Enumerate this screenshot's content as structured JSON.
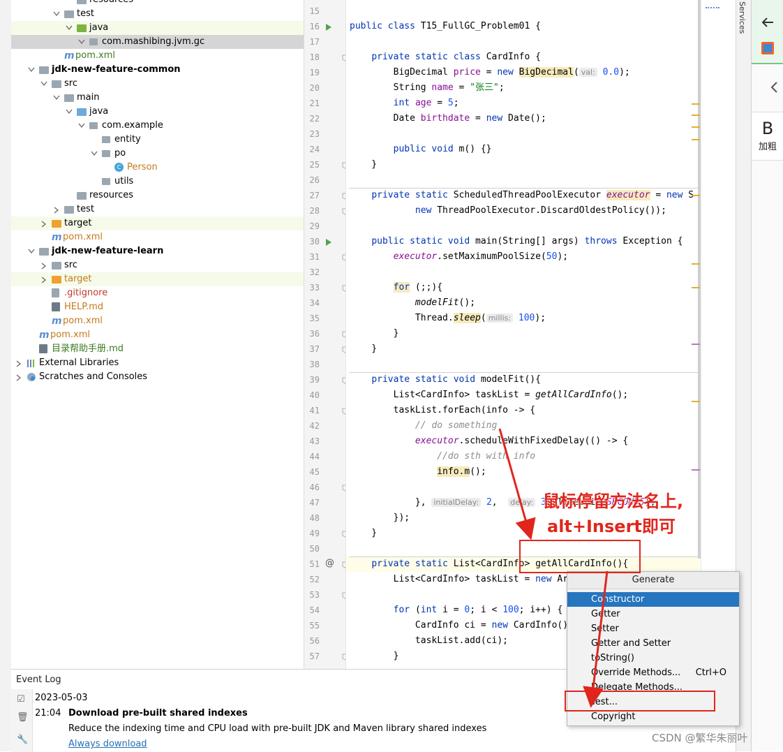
{
  "tree": {
    "rows": [
      {
        "label": "resources",
        "level": 4,
        "icon": "folder-gray",
        "arrow": "none"
      },
      {
        "label": "test",
        "level": 3,
        "icon": "folder-gray",
        "arrow": "down"
      },
      {
        "label": "java",
        "level": 4,
        "icon": "folder-green",
        "arrow": "down",
        "state": "highlight"
      },
      {
        "label": "com.mashibing.jvm.gc",
        "level": 5,
        "icon": "package",
        "arrow": "down",
        "state": "selected"
      },
      {
        "label": "pom.xml",
        "level": 3,
        "icon": "maven",
        "arrow": "none",
        "color": "green"
      },
      {
        "label": "jdk-new-feature-common",
        "level": 1,
        "icon": "module",
        "arrow": "down",
        "bold": true
      },
      {
        "label": "src",
        "level": 2,
        "icon": "folder-gray",
        "arrow": "down"
      },
      {
        "label": "main",
        "level": 3,
        "icon": "folder-gray",
        "arrow": "down"
      },
      {
        "label": "java",
        "level": 4,
        "icon": "folder-blue",
        "arrow": "down"
      },
      {
        "label": "com.example",
        "level": 5,
        "icon": "package",
        "arrow": "down"
      },
      {
        "label": "entity",
        "level": 6,
        "icon": "package",
        "arrow": "none"
      },
      {
        "label": "po",
        "level": 6,
        "icon": "package",
        "arrow": "down"
      },
      {
        "label": "Person",
        "level": 7,
        "icon": "class",
        "arrow": "none",
        "color": "orange"
      },
      {
        "label": "utils",
        "level": 6,
        "icon": "package",
        "arrow": "none"
      },
      {
        "label": "resources",
        "level": 4,
        "icon": "folder-gray",
        "arrow": "none"
      },
      {
        "label": "test",
        "level": 3,
        "icon": "folder-gray",
        "arrow": "right"
      },
      {
        "label": "target",
        "level": 2,
        "icon": "folder-orange",
        "arrow": "right",
        "state": "target"
      },
      {
        "label": "pom.xml",
        "level": 2,
        "icon": "maven",
        "arrow": "none",
        "color": "orange"
      },
      {
        "label": "jdk-new-feature-learn",
        "level": 1,
        "icon": "module",
        "arrow": "down",
        "bold": true
      },
      {
        "label": "src",
        "level": 2,
        "icon": "folder-gray",
        "arrow": "right"
      },
      {
        "label": "target",
        "level": 2,
        "icon": "folder-orange",
        "arrow": "right",
        "state": "target",
        "color": "orange"
      },
      {
        "label": ".gitignore",
        "level": 2,
        "icon": "file",
        "arrow": "none",
        "color": "red"
      },
      {
        "label": "HELP.md",
        "level": 2,
        "icon": "md",
        "arrow": "none",
        "color": "orange"
      },
      {
        "label": "pom.xml",
        "level": 2,
        "icon": "maven",
        "arrow": "none",
        "color": "orange"
      },
      {
        "label": "pom.xml",
        "level": 1,
        "icon": "maven",
        "arrow": "none",
        "color": "orange"
      },
      {
        "label": "目录帮助手册.md",
        "level": 1,
        "icon": "md",
        "arrow": "none",
        "color": "green"
      },
      {
        "label": "External Libraries",
        "level": 0,
        "icon": "libraries",
        "arrow": "right"
      },
      {
        "label": "Scratches and Consoles",
        "level": 0,
        "icon": "scratches",
        "arrow": "right"
      }
    ]
  },
  "editor": {
    "line_numbers": [
      "15",
      "16",
      "17",
      "18",
      "19",
      "20",
      "21",
      "22",
      "23",
      "24",
      "25",
      "26",
      "27",
      "28",
      "29",
      "30",
      "31",
      "32",
      "33",
      "34",
      "35",
      "36",
      "37",
      "38",
      "39",
      "40",
      "41",
      "42",
      "43",
      "44",
      "45",
      "46",
      "47",
      "48",
      "49",
      "50",
      "51",
      "52",
      "53",
      "54",
      "55",
      "56",
      "57"
    ],
    "lines": [
      [],
      [
        [
          "kw",
          "public class "
        ],
        [
          "",
          "T15_FullGC_Problem01 {"
        ]
      ],
      [],
      [
        [
          "",
          "    "
        ],
        [
          "kw",
          "private static class "
        ],
        [
          "",
          "CardInfo {"
        ]
      ],
      [
        [
          "",
          "        BigDecimal "
        ],
        [
          "fld",
          "price"
        ],
        [
          "",
          " = "
        ],
        [
          "kw",
          "new "
        ],
        [
          "warn",
          "BigDecimal"
        ],
        [
          "",
          "("
        ],
        [
          "hint",
          "val:"
        ],
        [
          "",
          " "
        ],
        [
          "num",
          "0.0"
        ],
        [
          "",
          ");"
        ]
      ],
      [
        [
          "",
          "        String "
        ],
        [
          "fld",
          "name"
        ],
        [
          "",
          " = "
        ],
        [
          "str",
          "\"张三\""
        ],
        [
          "",
          ";"
        ]
      ],
      [
        [
          "",
          "        "
        ],
        [
          "kw",
          "int "
        ],
        [
          "fld",
          "age"
        ],
        [
          "",
          " = "
        ],
        [
          "num",
          "5"
        ],
        [
          "",
          ";"
        ]
      ],
      [
        [
          "",
          "        Date "
        ],
        [
          "fld",
          "birthdate"
        ],
        [
          "",
          " = "
        ],
        [
          "kw",
          "new "
        ],
        [
          "",
          "Date();"
        ]
      ],
      [],
      [
        [
          "",
          "        "
        ],
        [
          "kw",
          "public void "
        ],
        [
          "",
          "m() {}"
        ]
      ],
      [
        [
          "",
          "    }"
        ]
      ],
      [],
      [
        [
          "",
          "    "
        ],
        [
          "kw",
          "private static "
        ],
        [
          "",
          "ScheduledThreadPoolExecutor "
        ],
        [
          "fld warn ital",
          "executor"
        ],
        [
          "",
          " = "
        ],
        [
          "kw",
          "new "
        ],
        [
          "",
          "S"
        ]
      ],
      [
        [
          "",
          "            "
        ],
        [
          "kw",
          "new "
        ],
        [
          "",
          "ThreadPoolExecutor.DiscardOldestPolicy());"
        ]
      ],
      [],
      [
        [
          "",
          "    "
        ],
        [
          "kw",
          "public static void "
        ],
        [
          "",
          "main(String[] args) "
        ],
        [
          "kw",
          "throws "
        ],
        [
          "",
          "Exception {"
        ]
      ],
      [
        [
          "",
          "        "
        ],
        [
          "fld ital",
          "executor"
        ],
        [
          "",
          ".setMaximumPoolSize("
        ],
        [
          "num",
          "50"
        ],
        [
          "",
          ");"
        ]
      ],
      [],
      [
        [
          "",
          "        "
        ],
        [
          "kw warn",
          "for"
        ],
        [
          "",
          " (;;){"
        ]
      ],
      [
        [
          "",
          "            "
        ],
        [
          "ital",
          "modelFit"
        ],
        [
          "",
          "();"
        ]
      ],
      [
        [
          "",
          "            Thread."
        ],
        [
          "ital warn",
          "sleep"
        ],
        [
          "",
          "("
        ],
        [
          "hint",
          "millis:"
        ],
        [
          "",
          " "
        ],
        [
          "num",
          "100"
        ],
        [
          "",
          ");"
        ]
      ],
      [
        [
          "",
          "        }"
        ]
      ],
      [
        [
          "",
          "    }"
        ]
      ],
      [],
      [
        [
          "",
          "    "
        ],
        [
          "kw",
          "private static void "
        ],
        [
          "",
          "modelFit(){"
        ]
      ],
      [
        [
          "",
          "        List<CardInfo> taskList = "
        ],
        [
          "ital",
          "getAllCardInfo"
        ],
        [
          "",
          "();"
        ]
      ],
      [
        [
          "",
          "        taskList.forEach(info -> {"
        ]
      ],
      [
        [
          "",
          "            "
        ],
        [
          "cmt",
          "// do something"
        ]
      ],
      [
        [
          "",
          "            "
        ],
        [
          "fld ital",
          "executor"
        ],
        [
          "",
          ".scheduleWithFixedDelay(() -> {"
        ]
      ],
      [
        [
          "",
          "                "
        ],
        [
          "cmt",
          "//do sth with info"
        ]
      ],
      [
        [
          "",
          "                "
        ],
        [
          "warn",
          "info.m"
        ],
        [
          "",
          "();"
        ]
      ],
      [],
      [
        [
          "",
          "            }, "
        ],
        [
          "hint",
          "initialDelay:"
        ],
        [
          "",
          " "
        ],
        [
          "num",
          "2"
        ],
        [
          "",
          ",  "
        ],
        [
          "hint",
          "delay:"
        ],
        [
          "",
          " "
        ],
        [
          "num",
          "3"
        ],
        [
          "",
          ", TimeUnit."
        ],
        [
          "fld ital",
          "SECONDS"
        ],
        [
          "",
          ");"
        ]
      ],
      [
        [
          "",
          "        });"
        ]
      ],
      [
        [
          "",
          "    }"
        ]
      ],
      [],
      [
        [
          "",
          "    "
        ],
        [
          "kw",
          "private static "
        ],
        [
          "",
          "List<CardInfo> "
        ],
        [
          "",
          "getAllCardInfo(){"
        ]
      ],
      [
        [
          "",
          "        List<CardInfo> taskList = "
        ],
        [
          "kw",
          "new "
        ],
        [
          "",
          "ArrayList<>();"
        ]
      ],
      [],
      [
        [
          "",
          "        "
        ],
        [
          "kw",
          "for "
        ],
        [
          "",
          "("
        ],
        [
          "kw",
          "int "
        ],
        [
          "",
          "i = "
        ],
        [
          "num",
          "0"
        ],
        [
          "",
          "; i < "
        ],
        [
          "num",
          "100"
        ],
        [
          "",
          "; i++) {"
        ]
      ],
      [
        [
          "",
          "            CardInfo ci = "
        ],
        [
          "kw",
          "new "
        ],
        [
          "",
          "CardInfo();"
        ]
      ],
      [
        [
          "",
          "            taskList.add(ci);"
        ]
      ],
      [
        [
          "",
          "        }"
        ]
      ]
    ]
  },
  "gutter_marks": {
    "run_16": "run-icon",
    "run_30": "run-icon",
    "override_51": "@"
  },
  "services_label": "Services",
  "ext_panel": {
    "b_label": "B",
    "b_sub": "加粗"
  },
  "event_log": {
    "title": "Event Log",
    "date": "2023-05-03",
    "time": "21:04",
    "headline": "Download pre-built shared indexes",
    "body": "Reduce the indexing time and CPU load with pre-built JDK and Maven library shared indexes",
    "link": "Always download"
  },
  "popup": {
    "title": "Generate",
    "items": [
      {
        "label": "Constructor",
        "shortcut": "",
        "selected": true
      },
      {
        "label": "Getter",
        "shortcut": ""
      },
      {
        "label": "Setter",
        "shortcut": ""
      },
      {
        "label": "Getter and Setter",
        "shortcut": ""
      },
      {
        "label": "toString()",
        "shortcut": ""
      },
      {
        "label": "Override Methods...",
        "shortcut": "Ctrl+O"
      },
      {
        "label": "Delegate Methods...",
        "shortcut": ""
      },
      {
        "label": "Test...",
        "shortcut": ""
      },
      {
        "label": "Copyright",
        "shortcut": ""
      }
    ]
  },
  "annotation": {
    "line1": "鼠标停留方法名上,",
    "line2": "alt+Insert即可"
  },
  "watermark": "CSDN @繁华朱丽叶",
  "colors": {
    "keyword": "#0033b3",
    "number": "#1750eb",
    "string": "#067d17",
    "field": "#871094",
    "annotation_red": "#e0261c",
    "popup_selected": "#2675bf"
  }
}
